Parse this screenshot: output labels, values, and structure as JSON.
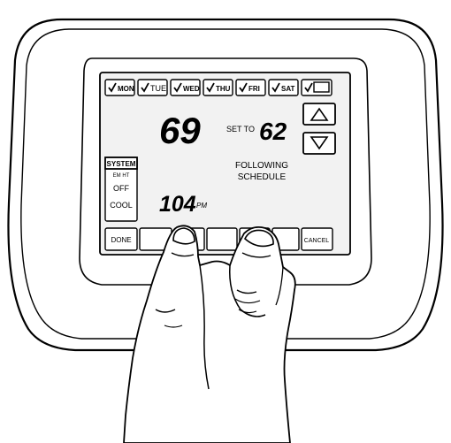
{
  "days": {
    "mon": "MON",
    "tue": "TUE",
    "wed": "WED",
    "thu": "THU",
    "fri": "FRI",
    "sat": "SAT",
    "sun": ""
  },
  "display": {
    "current_temp": "69",
    "set_to_label": "SET TO",
    "set_temp": "62",
    "status_line1": "FOLLOWING",
    "status_line2": "SCHEDULE",
    "time": "104",
    "time_suffix": "PM"
  },
  "system": {
    "label": "SYSTEM",
    "em_ht": "EM HT",
    "off": "OFF",
    "cool": "COOL"
  },
  "buttons": {
    "done": "DONE",
    "cancel": "CANCEL"
  },
  "icons": {
    "up": "triangle-up-icon",
    "down": "triangle-down-icon",
    "check": "checkmark-icon"
  }
}
